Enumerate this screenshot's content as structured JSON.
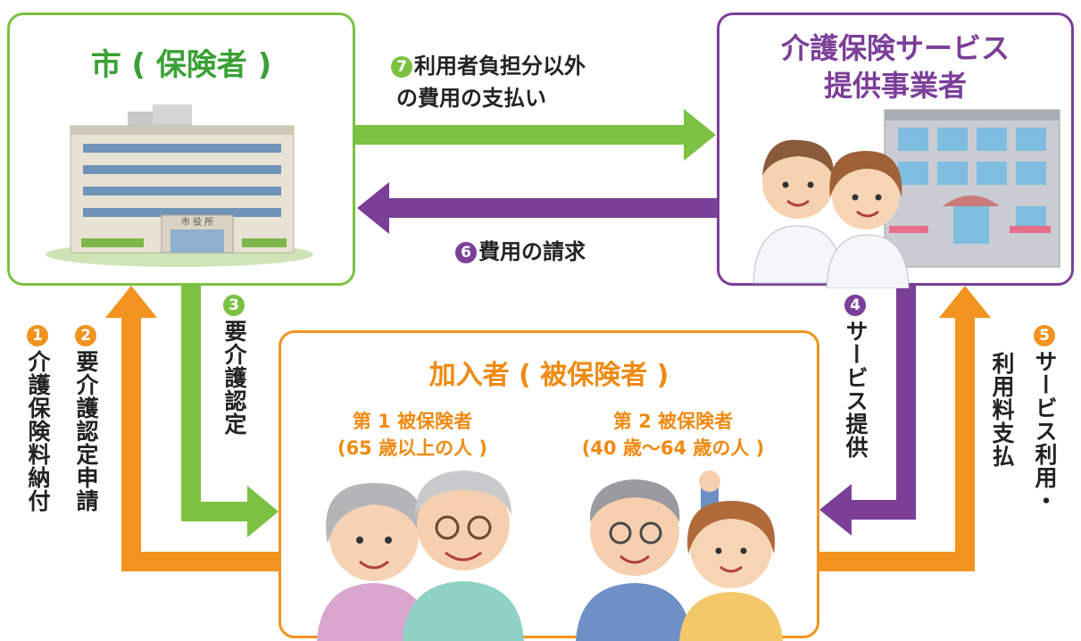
{
  "city_box": {
    "title": "市 ( 保険者 )",
    "building_sign": "市 役 所"
  },
  "provider_box": {
    "title_line1": "介護保険サービス",
    "title_line2": "提供事業者"
  },
  "insured_box": {
    "title": "加入者 ( 被保険者 )",
    "group1_line1": "第 1 被保険者",
    "group1_line2": "(65 歳以上の人 )",
    "group2_line1": "第 2 被保険者",
    "group2_line2": "(40 歳〜64 歳の人 )"
  },
  "flows": {
    "f1": {
      "num": "1",
      "text": "介護保険料納付"
    },
    "f2": {
      "num": "2",
      "text": "要介護認定申請"
    },
    "f3": {
      "num": "3",
      "text": "要介護認定"
    },
    "f4": {
      "num": "4",
      "text": "サービス提供"
    },
    "f5": {
      "num": "5",
      "text_line1": "サービス利用・",
      "text_line2": "利用料支払"
    },
    "f6": {
      "num": "6",
      "text": "費用の請求"
    },
    "f7": {
      "num": "7",
      "text_line1": "利用者負担分以外",
      "text_line2": "の費用の支払い"
    }
  },
  "colors": {
    "green": "#7cc142",
    "purple": "#7b3f98",
    "orange": "#f2921f"
  }
}
